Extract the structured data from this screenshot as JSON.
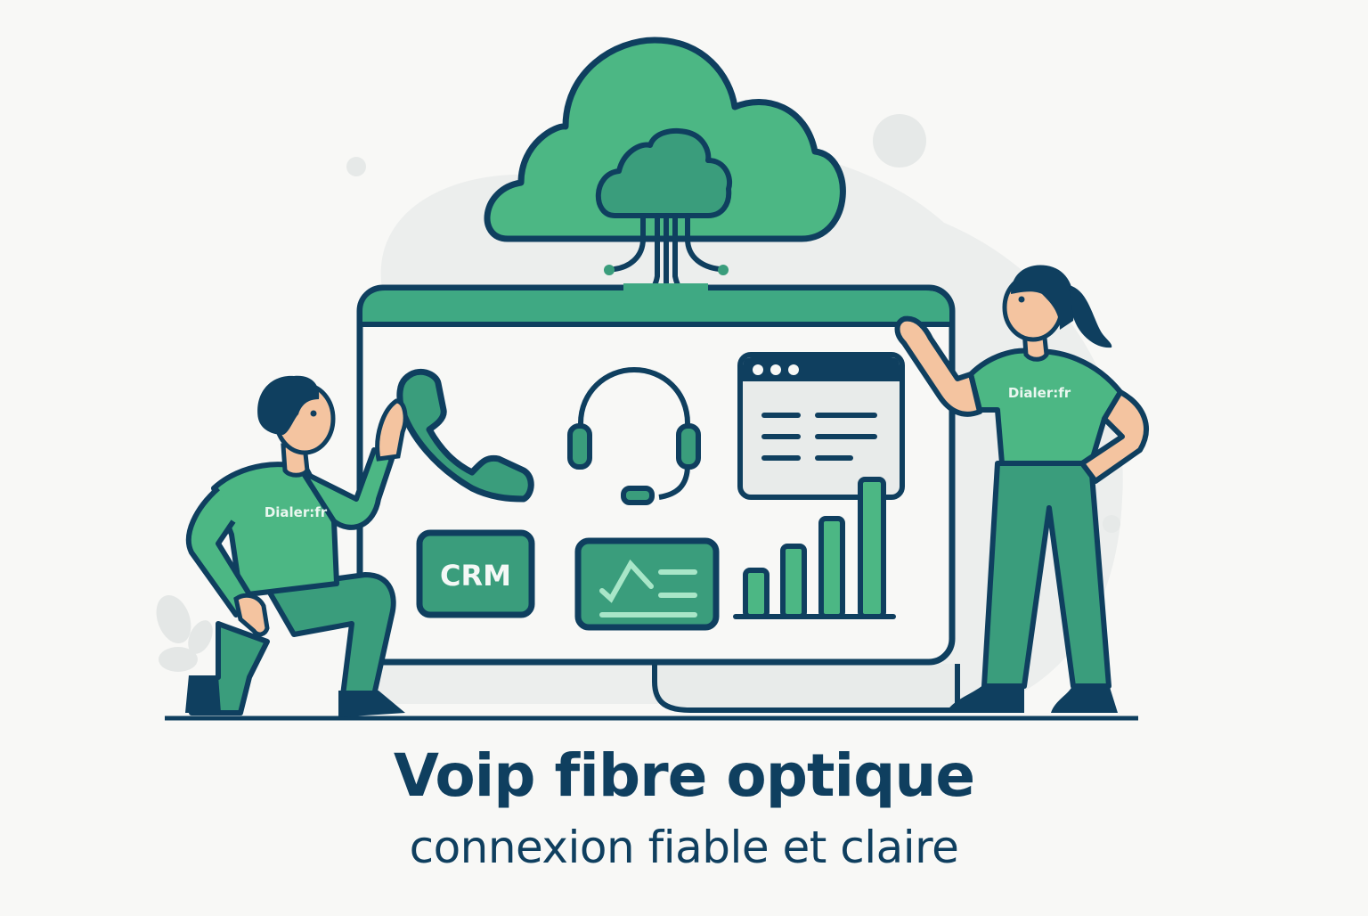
{
  "heading": {
    "title": "Voip fibre optique",
    "subtitle": "connexion fiable et claire"
  },
  "illustration": {
    "cloud_icon": "cloud-network-icon",
    "monitor": {
      "tiles": [
        {
          "icon": "phone-handset-icon"
        },
        {
          "icon": "headset-icon"
        },
        {
          "icon": "browser-window-icon"
        },
        {
          "icon": "crm-badge-icon",
          "label": "CRM"
        },
        {
          "icon": "analytics-card-icon"
        },
        {
          "icon": "bar-chart-icon"
        }
      ]
    },
    "characters": [
      {
        "name": "kneeling-man",
        "shirt_text": "Dialer:fr"
      },
      {
        "name": "standing-woman",
        "shirt_text": "Dialer:fr"
      }
    ]
  },
  "colors": {
    "background": "#f8f8f6",
    "navy": "#0f3f5f",
    "green": "#4cb784",
    "green_dark": "#3a9d7c",
    "green_light": "#a8e6c8",
    "skin": "#f4c4a0",
    "blob": "#e8ebea"
  }
}
